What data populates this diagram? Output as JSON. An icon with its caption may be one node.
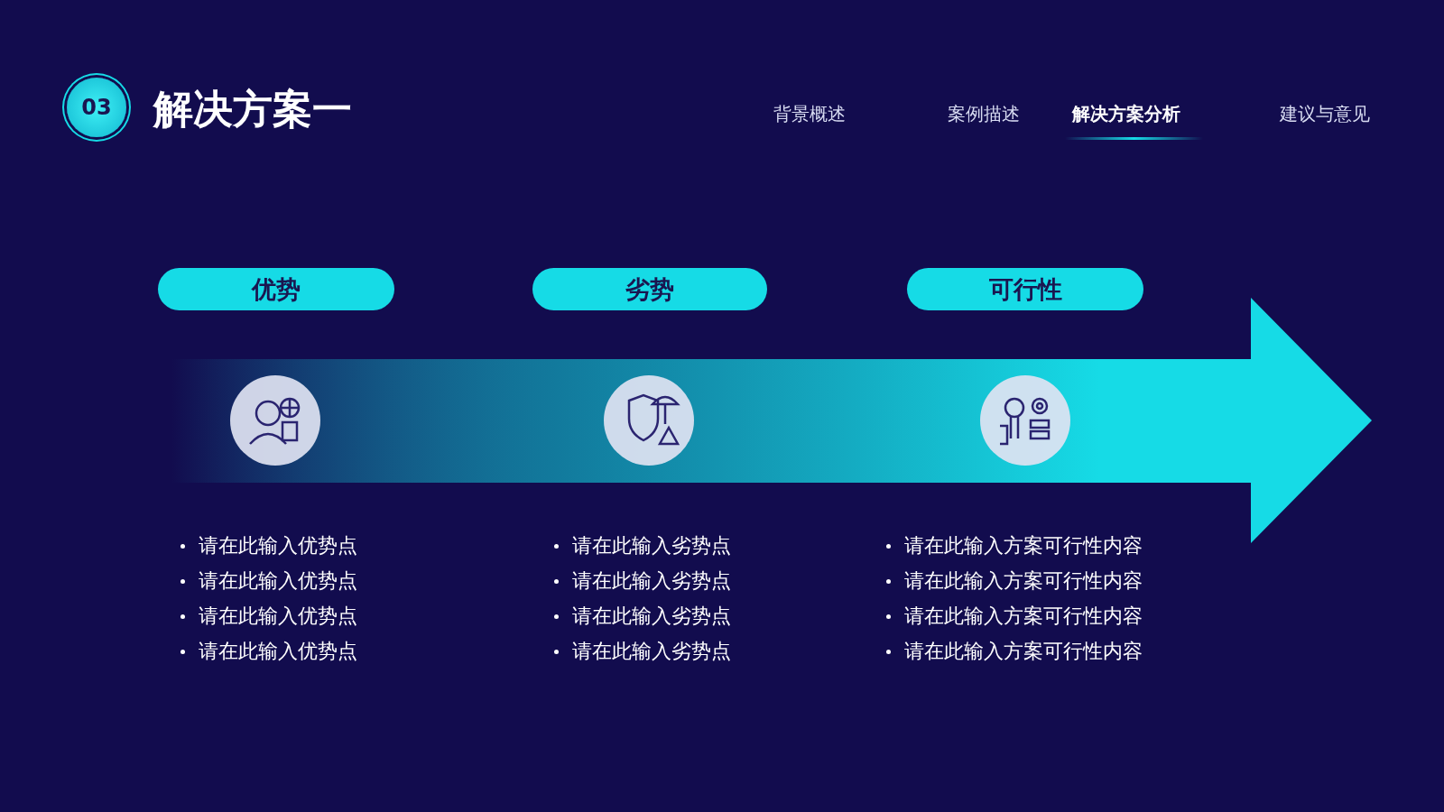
{
  "diagram": {
    "title": "解决方案一",
    "nodes": [
      {
        "text": [
          "03"
        ]
      },
      {
        "text": [
          "优势"
        ]
      },
      {
        "text": [
          "劣势"
        ]
      },
      {
        "text": [
          "可行性"
        ]
      }
    ],
    "labels": [
      "背景概述",
      "案例描述",
      "解决方案分析",
      "建议与意见",
      "请在此输入优势点",
      "请在此输入优势点",
      "请在此输入优势点",
      "请在此输入优势点",
      "请在此输入劣势点",
      "请在此输入劣势点",
      "请在此输入劣势点",
      "请在此输入劣势点",
      "请在此输入方案可行性内容",
      "请在此输入方案可行性内容",
      "请在此输入方案可行性内容",
      "请在此输入方案可行性内容"
    ]
  }
}
